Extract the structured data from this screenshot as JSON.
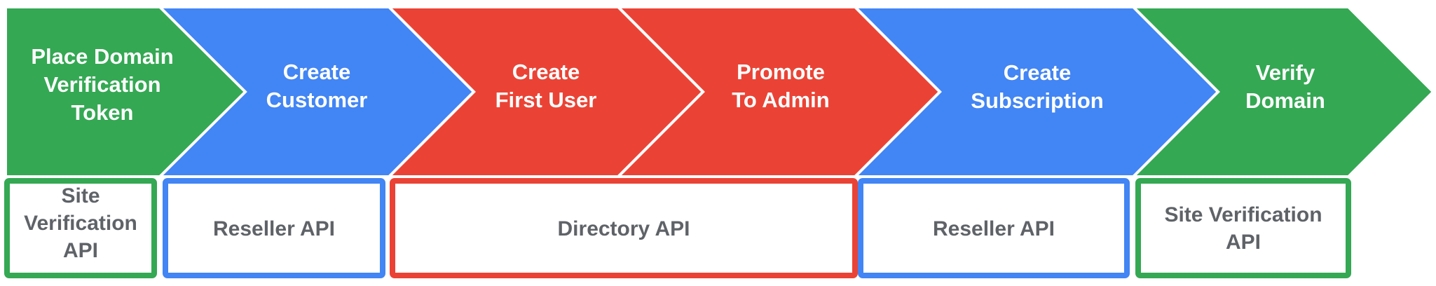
{
  "colors": {
    "green": "#34a853",
    "blue": "#4285f4",
    "red": "#ea4335",
    "api_text": "#5f6368",
    "step_text": "#ffffff"
  },
  "steps": [
    {
      "lines": [
        "Place Domain",
        "Verification",
        "Token"
      ],
      "color": "green"
    },
    {
      "lines": [
        "Create",
        "Customer"
      ],
      "color": "blue"
    },
    {
      "lines": [
        "Create",
        "First User"
      ],
      "color": "red"
    },
    {
      "lines": [
        "Promote",
        "To Admin"
      ],
      "color": "red"
    },
    {
      "lines": [
        "Create",
        "Subscription"
      ],
      "color": "blue"
    },
    {
      "lines": [
        "Verify",
        "Domain"
      ],
      "color": "green"
    }
  ],
  "apis": [
    {
      "lines": [
        "Site",
        "Verification",
        "API"
      ],
      "color": "green"
    },
    {
      "lines": [
        "Reseller API"
      ],
      "color": "blue"
    },
    {
      "lines": [
        "Directory API"
      ],
      "color": "red"
    },
    {
      "lines": [
        "Reseller API"
      ],
      "color": "blue"
    },
    {
      "lines": [
        "Site Verification",
        "API"
      ],
      "color": "green"
    }
  ]
}
